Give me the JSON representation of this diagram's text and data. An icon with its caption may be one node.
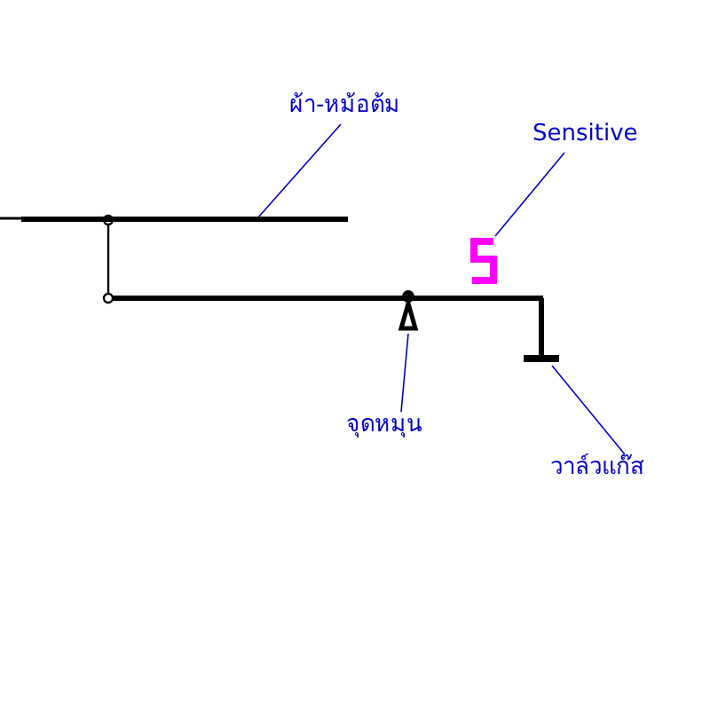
{
  "diagram": {
    "nodes": [
      {
        "text": [
          "ผ้า-หม้อต้ม"
        ]
      },
      {
        "text": [
          "Sensitive"
        ]
      },
      {
        "text": [
          "จุดหมุน"
        ]
      },
      {
        "text": [
          "วาล์วแก๊ส"
        ]
      },
      {
        "text": [],
        "shape": "bar"
      },
      {
        "text": [],
        "shape": "spring"
      },
      {
        "text": [],
        "shape": "triangle"
      },
      {
        "text": [],
        "shape": "valve"
      }
    ],
    "edges": [
      {
        "from": 0,
        "to": 4,
        "arrow": "none"
      },
      {
        "from": 1,
        "to": 5,
        "arrow": "none"
      },
      {
        "from": 2,
        "to": 6,
        "arrow": "none"
      },
      {
        "from": 3,
        "to": 7,
        "arrow": "none"
      }
    ]
  }
}
